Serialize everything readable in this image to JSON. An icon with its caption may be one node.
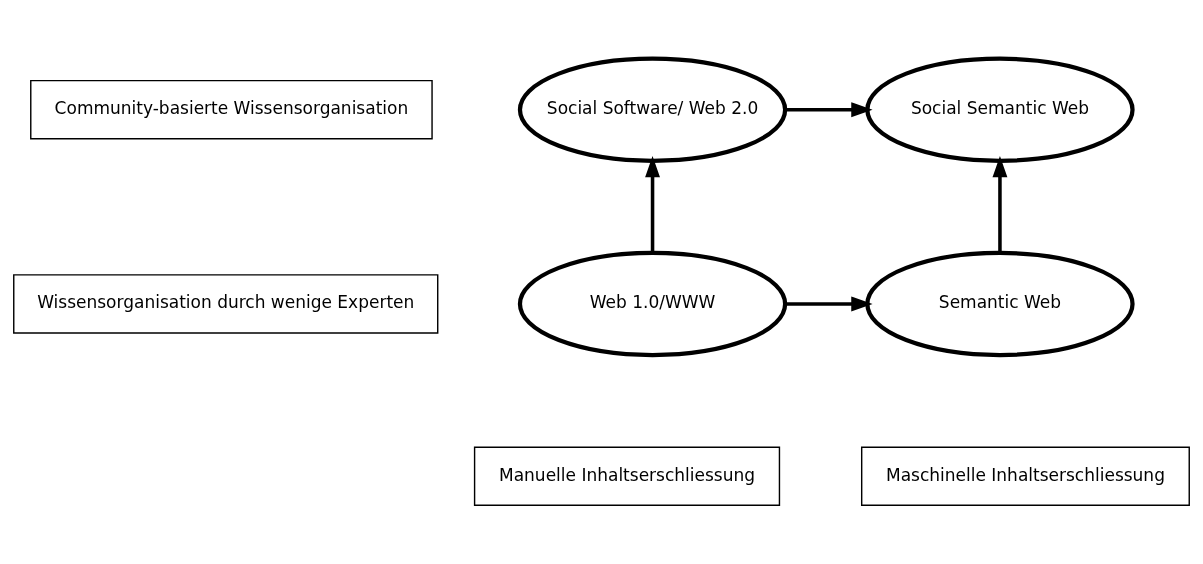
{
  "diagram": {
    "nodes": [
      {
        "text": [
          "Community-basierte Wissensorganisation"
        ]
      },
      {
        "text": [
          "Social Software/ Web 2.0"
        ]
      },
      {
        "text": [
          "Social Semantic Web"
        ]
      },
      {
        "text": [
          "Wissensorganisation durch wenige Experten"
        ]
      },
      {
        "text": [
          "Web 1.0/WWW"
        ]
      },
      {
        "text": [
          "Semantic Web"
        ]
      },
      {
        "text": [
          "Manuelle Inhaltserschliessung"
        ]
      },
      {
        "text": [
          "Maschinelle Inhaltserschliessung"
        ]
      }
    ],
    "edges": [
      {
        "from": 4,
        "to": 1,
        "arrow": "to"
      },
      {
        "from": 1,
        "to": 2,
        "arrow": "to"
      },
      {
        "from": 4,
        "to": 5,
        "arrow": "to"
      },
      {
        "from": 5,
        "to": 2,
        "arrow": "to"
      }
    ]
  }
}
